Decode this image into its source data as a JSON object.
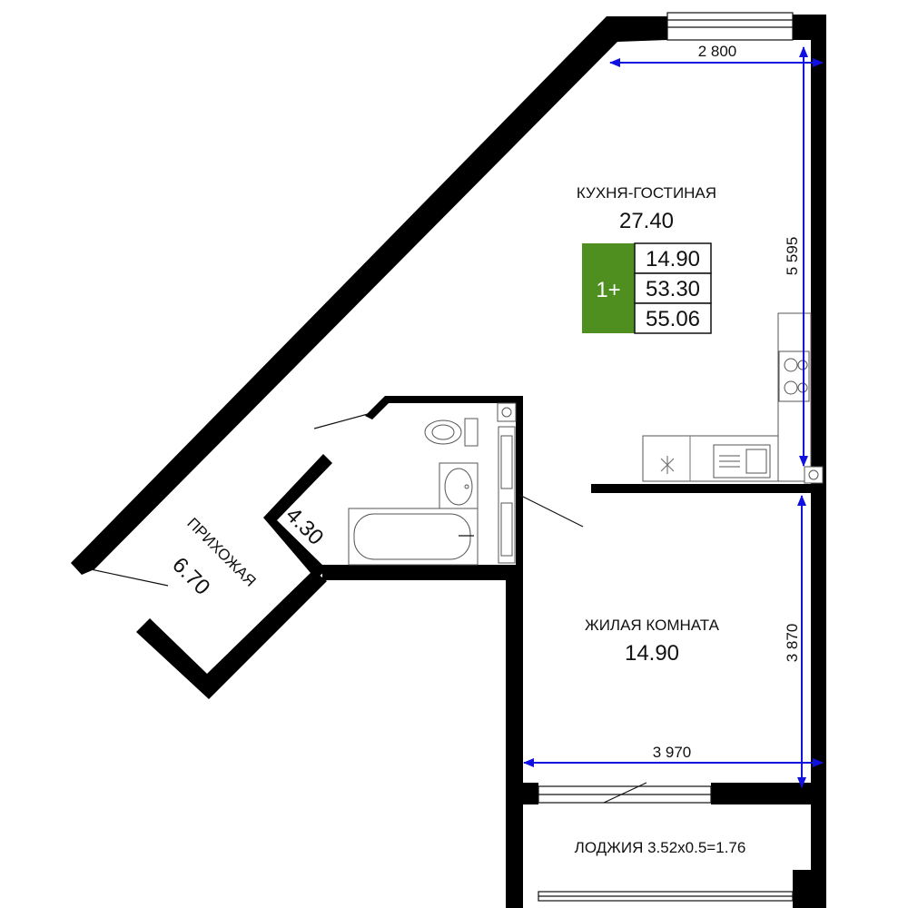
{
  "rooms": {
    "kitchen_living": {
      "name": "КУХНЯ-ГОСТИНАЯ",
      "area": "27.40"
    },
    "living_room": {
      "name": "ЖИЛАЯ КОМНАТА",
      "area": "14.90"
    },
    "hallway": {
      "name": "ПРИХОЖАЯ",
      "area": "6.70"
    },
    "bathroom": {
      "area": "4.30"
    },
    "loggia": {
      "label": "ЛОДЖИЯ 3.52x0.5=1.76"
    }
  },
  "dimensions": {
    "kitchen_width": "2 800",
    "kitchen_length": "5 595",
    "living_length": "3 870",
    "living_width": "3 970"
  },
  "summary_badge": {
    "rooms": "1+",
    "living_area": "14.90",
    "total_area": "53.30",
    "total_with_loggia": "55.06",
    "color": "#4f8f1f"
  },
  "colors": {
    "walls": "#000000",
    "dimension_lines": "#1010e0"
  }
}
